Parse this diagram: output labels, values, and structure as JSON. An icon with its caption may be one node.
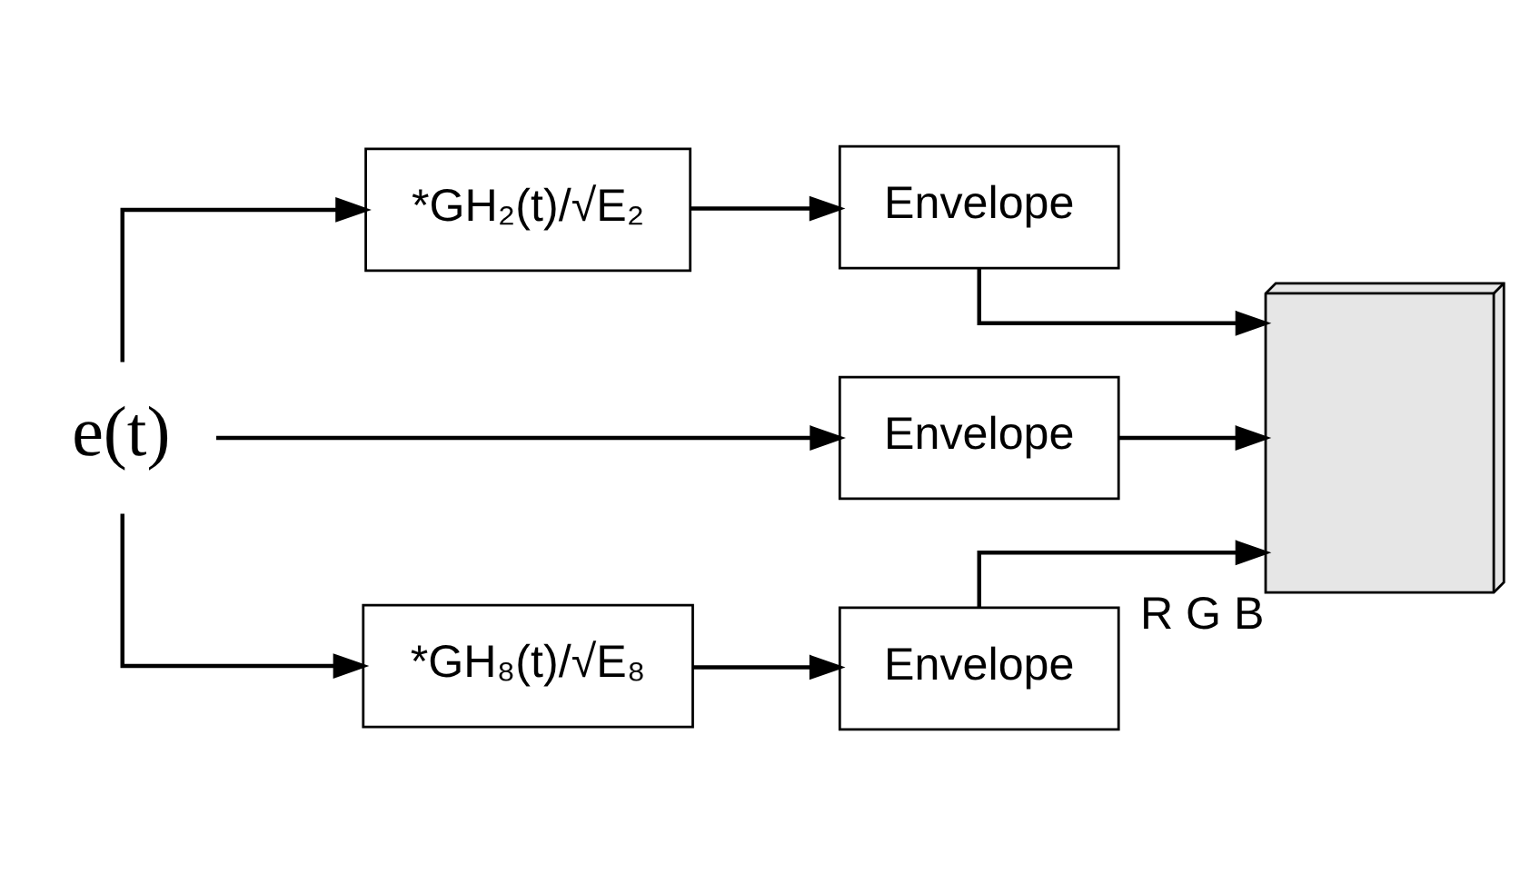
{
  "diagram": {
    "nodes": [
      {
        "text": [
          "e(t)"
        ]
      },
      {
        "text": [
          "*GH₂(t)/√E₂"
        ]
      },
      {
        "text": [
          "Envelope"
        ]
      },
      {
        "text": [
          "Envelope"
        ]
      },
      {
        "text": [
          "*GH₈(t)/√E₈"
        ]
      },
      {
        "text": [
          "Envelope"
        ]
      },
      {
        "text": [],
        "shape": "picture",
        "beside": [
          "R",
          "G",
          "B"
        ]
      }
    ],
    "edges": [
      {
        "from": 0,
        "to": 1,
        "arrow": "to"
      },
      {
        "from": 0,
        "to": 3,
        "arrow": "to"
      },
      {
        "from": 0,
        "to": 4,
        "arrow": "to"
      },
      {
        "from": 1,
        "to": 2,
        "arrow": "to"
      },
      {
        "from": 4,
        "to": 5,
        "arrow": "to"
      },
      {
        "from": 2,
        "to": 6,
        "arrow": "to"
      },
      {
        "from": 3,
        "to": 6,
        "arrow": "to"
      },
      {
        "from": 5,
        "to": 6,
        "arrow": "to"
      }
    ]
  }
}
